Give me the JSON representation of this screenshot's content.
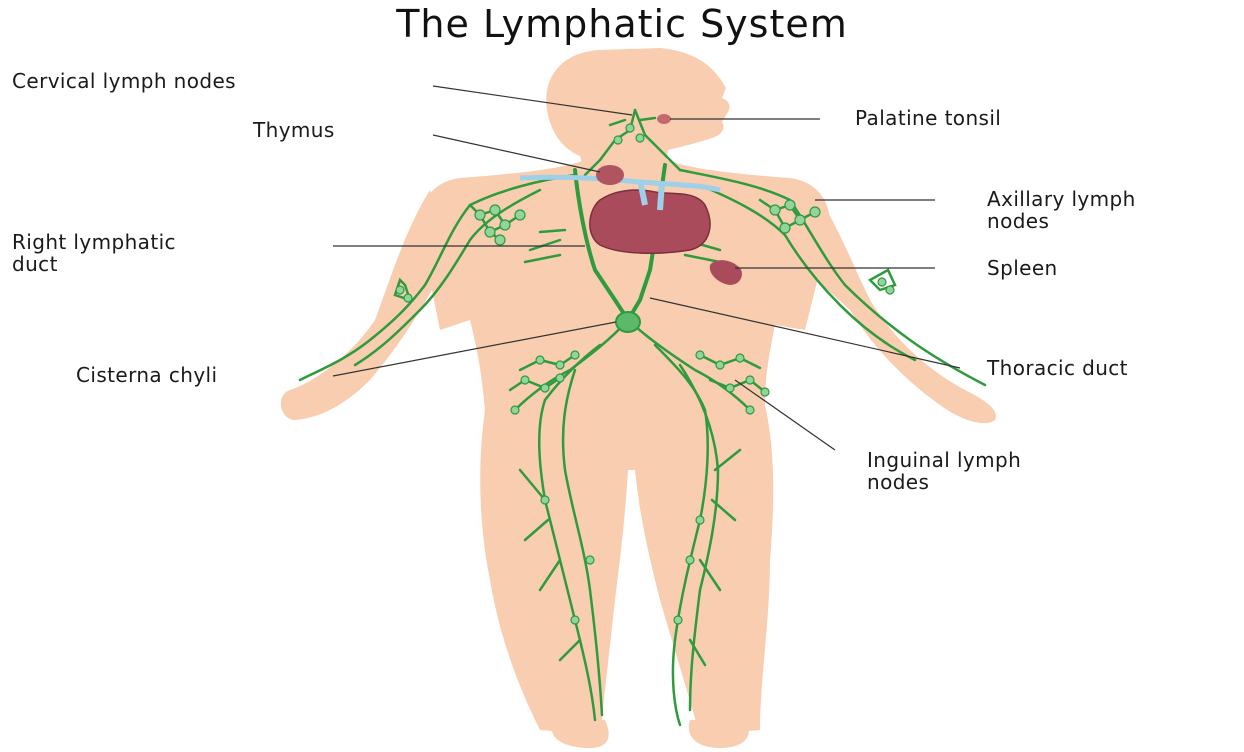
{
  "title": "The Lymphatic System",
  "colors": {
    "skin": "#f9cdb0",
    "lymph": "#2e9b3e",
    "node": "#93d39c",
    "heart": "#a94b5a",
    "vessel": "#9fd0ea",
    "leader": "#333333"
  },
  "labels": {
    "cervical": "Cervical lymph nodes",
    "thymus": "Thymus",
    "right_duct_1": "Right lymphatic",
    "right_duct_2": "duct",
    "cisterna": "Cisterna chyli",
    "palatine": "Palatine tonsil",
    "axillary_1": "Axillary lymph",
    "axillary_2": "nodes",
    "spleen": "Spleen",
    "thoracic": "Thoracic duct",
    "inguinal_1": "Inguinal lymph",
    "inguinal_2": "nodes"
  }
}
